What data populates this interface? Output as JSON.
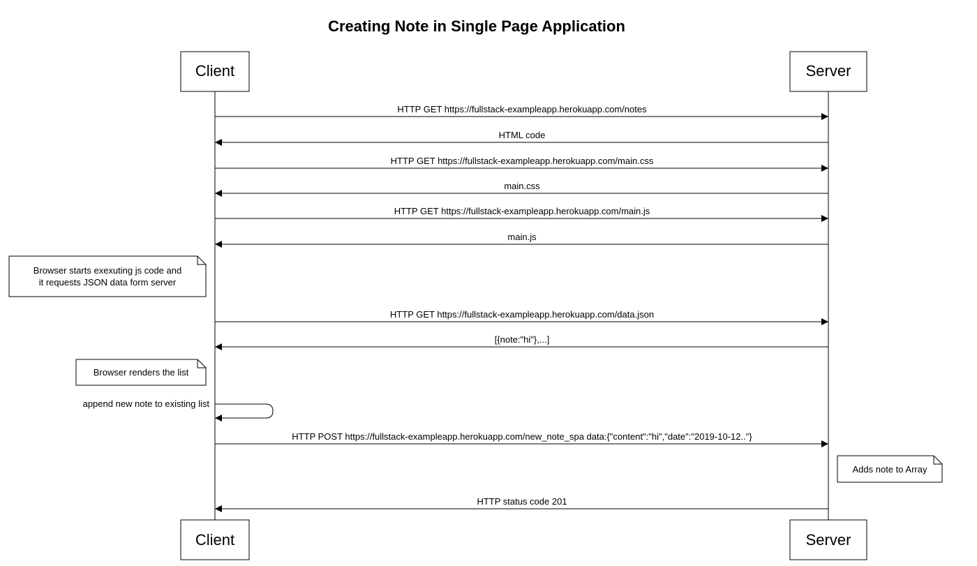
{
  "title": "Creating Note in Single Page Application",
  "participants": {
    "client": "Client",
    "server": "Server"
  },
  "messages": [
    {
      "from": "client",
      "to": "server",
      "label": "HTTP GET https://fullstack-exampleapp.herokuapp.com/notes"
    },
    {
      "from": "server",
      "to": "client",
      "label": "HTML code"
    },
    {
      "from": "client",
      "to": "server",
      "label": "HTTP GET https://fullstack-exampleapp.herokuapp.com/main.css"
    },
    {
      "from": "server",
      "to": "client",
      "label": "main.css"
    },
    {
      "from": "client",
      "to": "server",
      "label": "HTTP GET https://fullstack-exampleapp.herokuapp.com/main.js"
    },
    {
      "from": "server",
      "to": "client",
      "label": "main.js"
    },
    {
      "from": "client",
      "to": "server",
      "label": "HTTP GET https://fullstack-exampleapp.herokuapp.com/data.json"
    },
    {
      "from": "server",
      "to": "client",
      "label": "[{note:\"hi\"},...]"
    },
    {
      "from": "client",
      "to": "client",
      "label": "append new note to existing list"
    },
    {
      "from": "client",
      "to": "server",
      "label": "HTTP POST  https://fullstack-exampleapp.herokuapp.com/new_note_spa   data:{\"content\":\"hi\",\"date\":\"2019-10-12..\"}"
    },
    {
      "from": "server",
      "to": "client",
      "label": "HTTP status code 201"
    }
  ],
  "notes": [
    {
      "attached_to": "client",
      "lines": [
        "Browser starts exexuting js code and",
        "it requests JSON data form server"
      ]
    },
    {
      "attached_to": "client",
      "lines": [
        "Browser renders the list"
      ]
    },
    {
      "attached_to": "server",
      "lines": [
        "Adds note to Array"
      ]
    }
  ]
}
